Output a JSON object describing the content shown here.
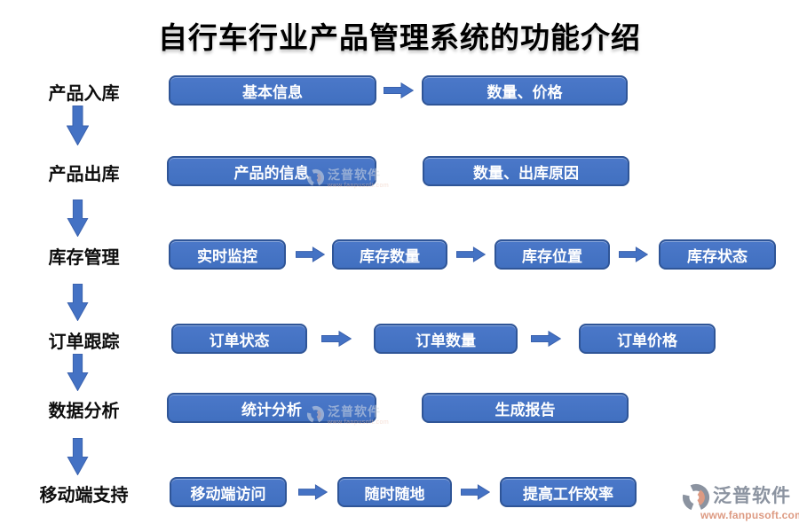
{
  "title": "自行车行业产品管理系统的功能介绍",
  "stages": [
    {
      "label": "产品入库",
      "connected": true,
      "items": [
        "基本信息",
        "数量、价格"
      ]
    },
    {
      "label": "产品出库",
      "connected": false,
      "items": [
        "产品的信息",
        "数量、出库原因"
      ]
    },
    {
      "label": "库存管理",
      "connected": true,
      "items": [
        "实时监控",
        "库存数量",
        "库存位置",
        "库存状态"
      ]
    },
    {
      "label": "订单跟踪",
      "connected": true,
      "items": [
        "订单状态",
        "订单数量",
        "订单价格"
      ]
    },
    {
      "label": "数据分析",
      "connected": false,
      "items": [
        "统计分析",
        "生成报告"
      ]
    },
    {
      "label": "移动端支持",
      "connected": true,
      "items": [
        "移动端访问",
        "随时随地",
        "提高工作效率"
      ]
    }
  ],
  "watermark": {
    "brand": "泛普软件",
    "sub": "www.fanpusoft.com"
  },
  "logo": {
    "brand": "泛普软件",
    "url": "www.fanpusoft.com"
  },
  "colors": {
    "box_fill": "#4472C4",
    "box_border": "#2F5597",
    "box_text": "#FFFFFF",
    "arrow_fill": "#4472C4",
    "arrow_border": "#3A61AD",
    "title_color": "#000000",
    "stage_label_color": "#0D0D0D",
    "logo_gray": "#8B93A0",
    "logo_orange": "#DD9A82",
    "background": "#FFFFFF"
  },
  "icons": {
    "down_arrow": "block-down-arrow-icon",
    "right_arrow": "block-right-arrow-icon",
    "logo_mark": "fanpu-circle-swoosh-icon"
  }
}
